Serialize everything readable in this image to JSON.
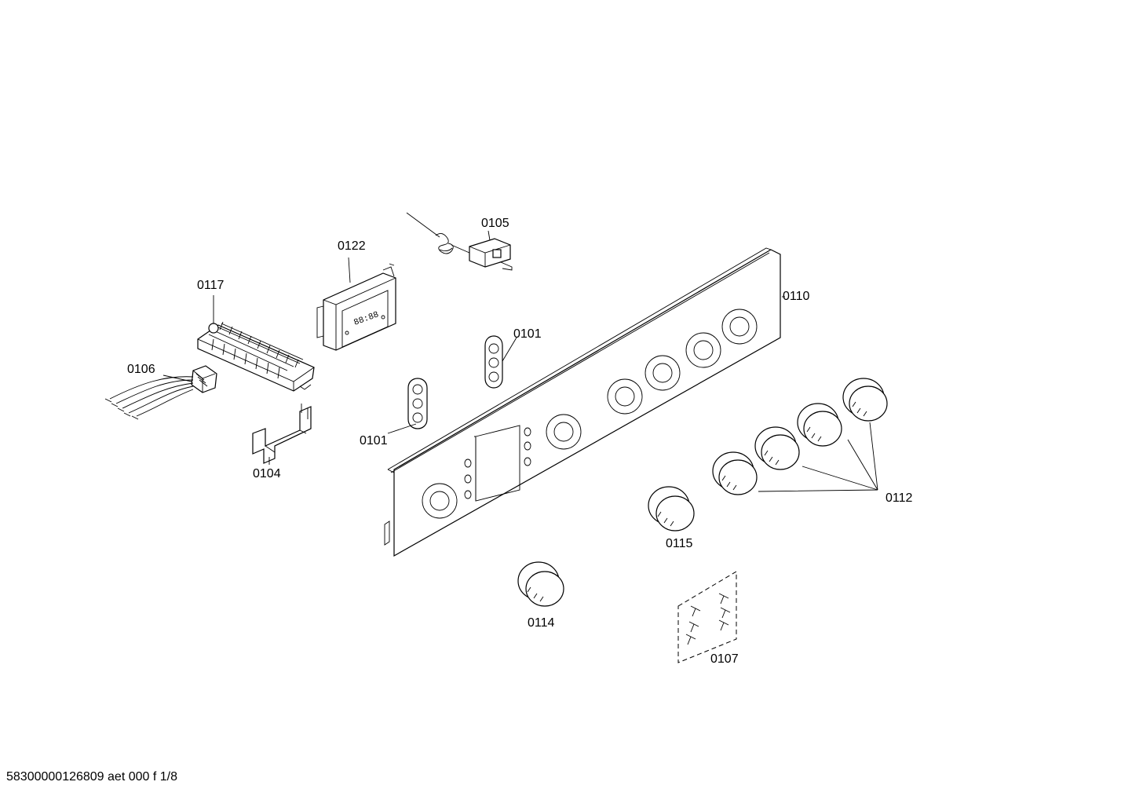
{
  "labels": {
    "p0105": "0105",
    "p0122": "0122",
    "p0117": "0117",
    "p0110": "0110",
    "p0101a": "0101",
    "p0101b": "0101",
    "p0106": "0106",
    "p0104": "0104",
    "p0112": "0112",
    "p0115": "0115",
    "p0114": "0114",
    "p0107": "0107"
  },
  "footer": {
    "document_id": "58300000126809 aet 000 f 1/8"
  }
}
